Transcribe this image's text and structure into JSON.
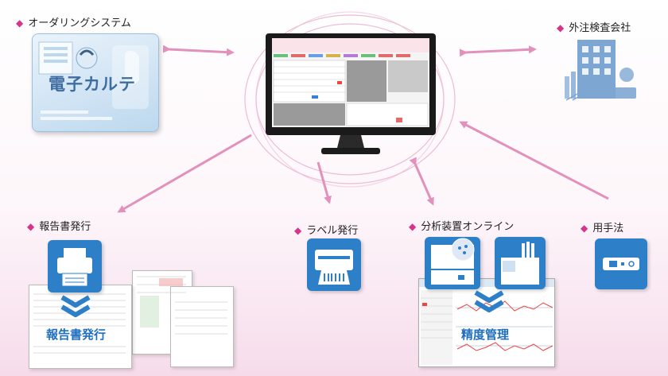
{
  "labels": {
    "ordering": "オーダリングシステム",
    "external_lab": "外注検査会社",
    "report": "報告書発行",
    "label_print": "ラベル発行",
    "analyzer_online": "分析装置オンライン",
    "manual_method": "用手法"
  },
  "overlays": {
    "ehr": "電子カルテ",
    "report_stamp": "報告書発行",
    "qc": "精度管理"
  },
  "colors": {
    "accent": "#d6338a",
    "arrow": "#e291bd",
    "blue": "#1f6fbf"
  }
}
